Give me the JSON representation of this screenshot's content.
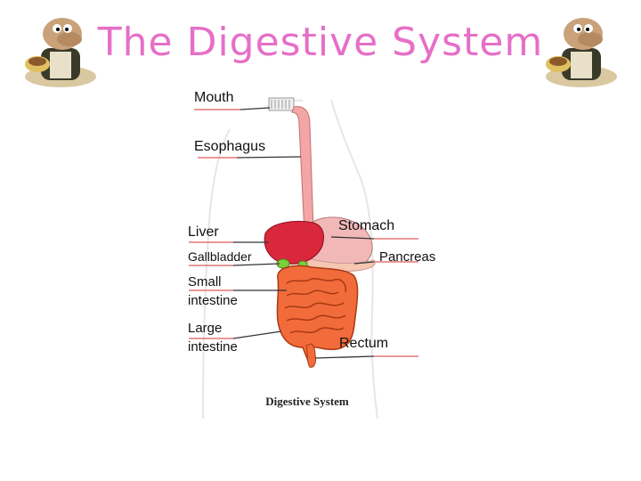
{
  "title": "The Digestive System",
  "caption": "Digestive System",
  "labels": {
    "mouth": "Mouth",
    "esophagus": "Esophagus",
    "liver": "Liver",
    "gallbladder": "Gallbladder",
    "small_intestine": [
      "Small",
      "intestine"
    ],
    "large_intestine": [
      "Large",
      "intestine"
    ],
    "stomach": "Stomach",
    "pancreas": "Pancreas",
    "rectum": "Rectum"
  },
  "colors": {
    "title": "#e66fc8",
    "leader_red": "#e05a5a",
    "liver": "#d9283c",
    "intestine": "#f26b3a",
    "esophagus": "#f4a6a6",
    "stomach": "#f2b8b8",
    "gallbladder": "#7ccf3a"
  }
}
